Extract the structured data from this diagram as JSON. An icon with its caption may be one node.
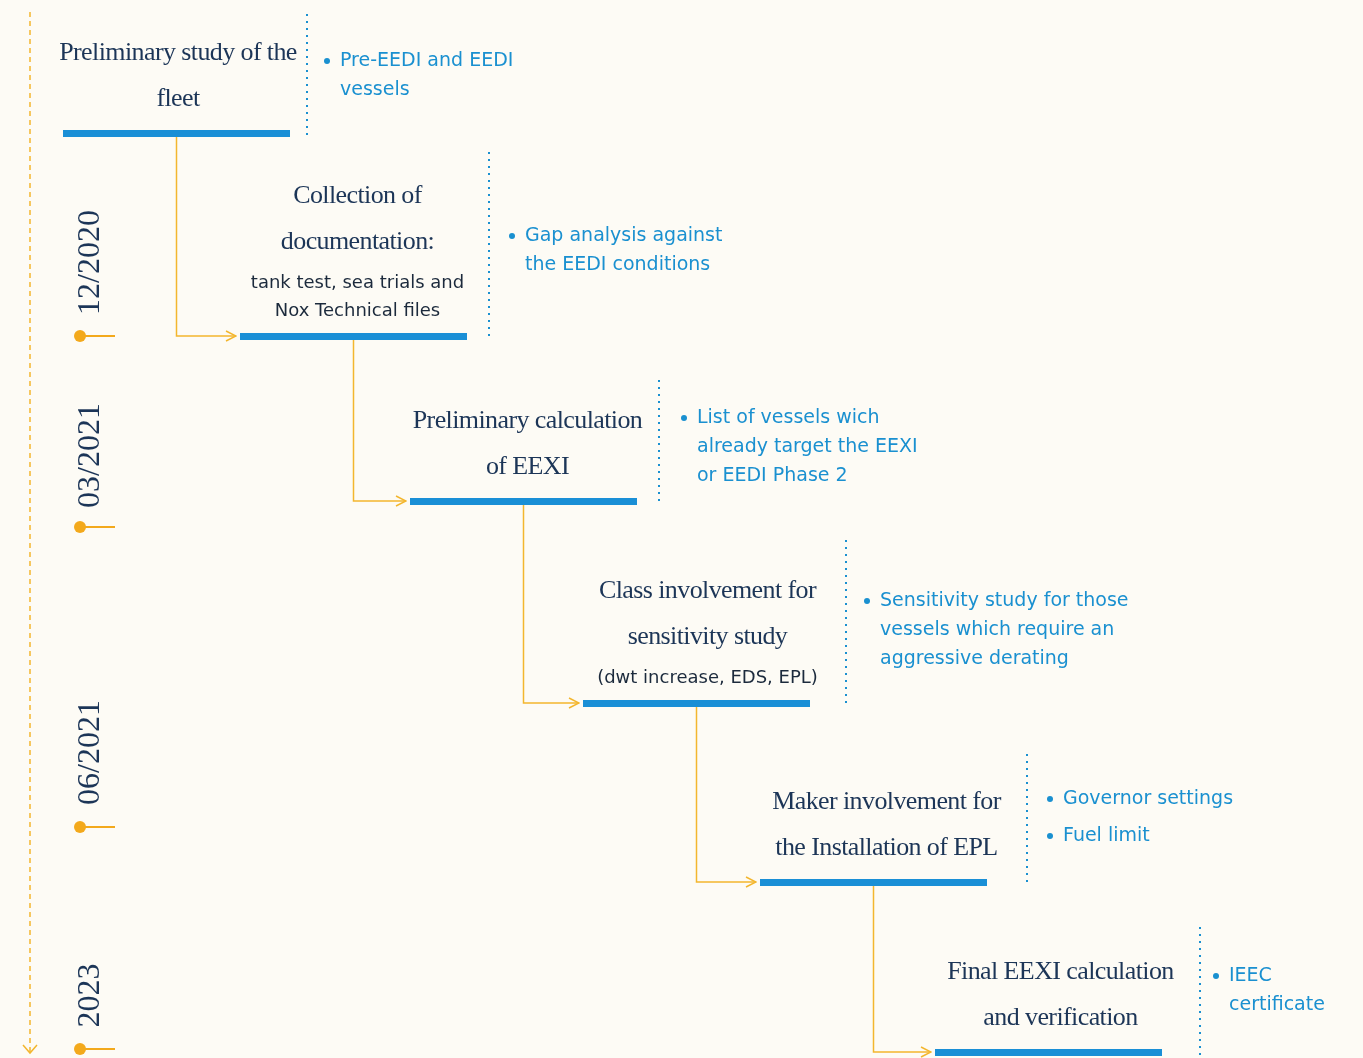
{
  "diagram": {
    "nodes": [
      {
        "text": [
          "Preliminary study of the fleet"
        ]
      },
      {
        "text": [
          "Collection of documentation:",
          "tank test, sea trials and Nox Technical files"
        ]
      },
      {
        "text": [
          "Preliminary calculation of EEXI"
        ]
      },
      {
        "text": [
          "Class involvement for sensitivity study",
          "(dwt increase, EDS, EPL)"
        ]
      },
      {
        "text": [
          "Maker involvement for the Installation of EPL"
        ]
      },
      {
        "text": [
          "Final EEXI calculation and verification"
        ]
      }
    ],
    "edges": [
      {
        "from": 0,
        "to": 1,
        "arrow": "to"
      },
      {
        "from": 1,
        "to": 2,
        "arrow": "to"
      },
      {
        "from": 2,
        "to": 3,
        "arrow": "to"
      },
      {
        "from": 3,
        "to": 4,
        "arrow": "to"
      },
      {
        "from": 4,
        "to": 5,
        "arrow": "to"
      }
    ],
    "labels": [
      "Pre-EEDI and EEDI vessels",
      "Gap analysis against the EEDI conditions",
      "12/2020",
      "List of vessels wich already target the EEXI or EEDI Phase 2",
      "03/2021",
      "Sensitivity study for those vessels which require an aggressive derating",
      "06/2021",
      "Governor settings",
      "Fuel limit",
      "IEEC certificate",
      "2023"
    ]
  }
}
